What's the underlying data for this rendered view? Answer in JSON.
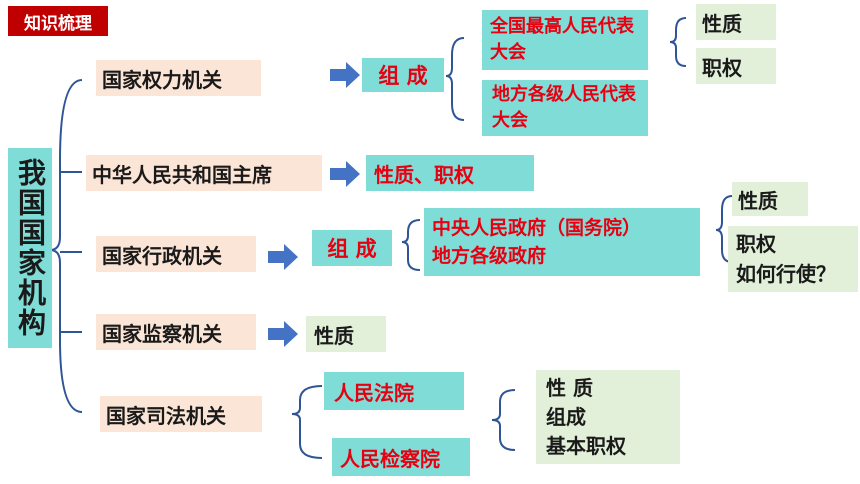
{
  "tag": "知识梳理",
  "root": "我国国家机构",
  "organs": {
    "power": "国家权力机关",
    "chair": "中华人民共和国主席",
    "admin": "国家行政机关",
    "supervision": "国家监察机关",
    "judicial": "国家司法机关"
  },
  "power_branch": {
    "compose": "组 成",
    "npc": "全国最高人民代表大会",
    "local": "地方各级人民代表大会",
    "nature": "性质",
    "duty": "职权"
  },
  "chair_branch": {
    "nature_duty": "性质、职权"
  },
  "admin_branch": {
    "compose": "组 成",
    "central": "中央人民政府（国务院）",
    "local": "地方各级政府",
    "nature": "性质",
    "duty": "职权",
    "exercise": "如何行使？"
  },
  "supervision_branch": {
    "nature": "性质"
  },
  "judicial_branch": {
    "court": "人民法院",
    "procuratorate": "人民检察院",
    "nature": "性 质",
    "compose": "组成",
    "basic_duty": "基本职权"
  },
  "colors": {
    "peach": "#fbe5d6",
    "teal": "#7fdcd6",
    "green": "#e2f0d9",
    "red_text": "#e60012",
    "tag_red": "#c00000",
    "arrow_blue": "#4472c4"
  }
}
